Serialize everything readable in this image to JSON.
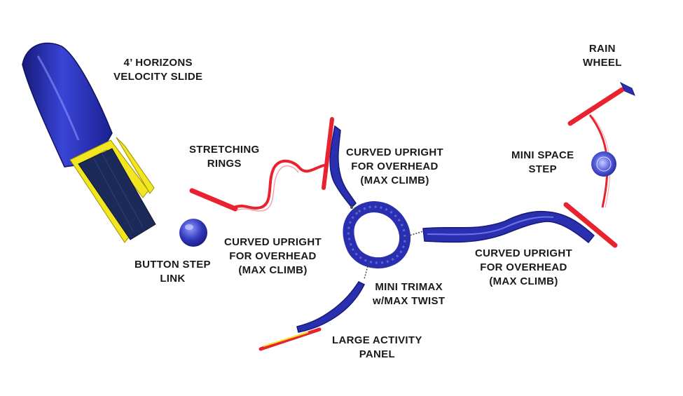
{
  "labels": {
    "velocity_slide": [
      "4’ HORIZONS",
      "VELOCITY SLIDE"
    ],
    "stretching_rings": [
      "STRETCHING",
      "RINGS"
    ],
    "curved_upright_top": [
      "CURVED UPRIGHT",
      "FOR OVERHEAD",
      "(MAX CLIMB)"
    ],
    "rain_wheel": [
      "RAIN",
      "WHEEL"
    ],
    "mini_space_step": [
      "MINI SPACE",
      "STEP"
    ],
    "button_step_link": [
      "BUTTON STEP",
      "LINK"
    ],
    "curved_upright_left": [
      "CURVED UPRIGHT",
      "FOR OVERHEAD",
      "(MAX CLIMB)"
    ],
    "curved_upright_right": [
      "CURVED UPRIGHT",
      "FOR OVERHEAD",
      "(MAX CLIMB)"
    ],
    "mini_trimax": [
      "MINI TRIMAX",
      "w/MAX TWIST"
    ],
    "large_activity_panel": [
      "LARGE ACTIVITY",
      "PANEL"
    ]
  },
  "colors": {
    "blue": "#2a2fb0",
    "blue_dark": "#161a7a",
    "blue_light": "#5a63e0",
    "red": "#e8232f",
    "yellow": "#f2e620",
    "deck": "#1c2a5a"
  }
}
